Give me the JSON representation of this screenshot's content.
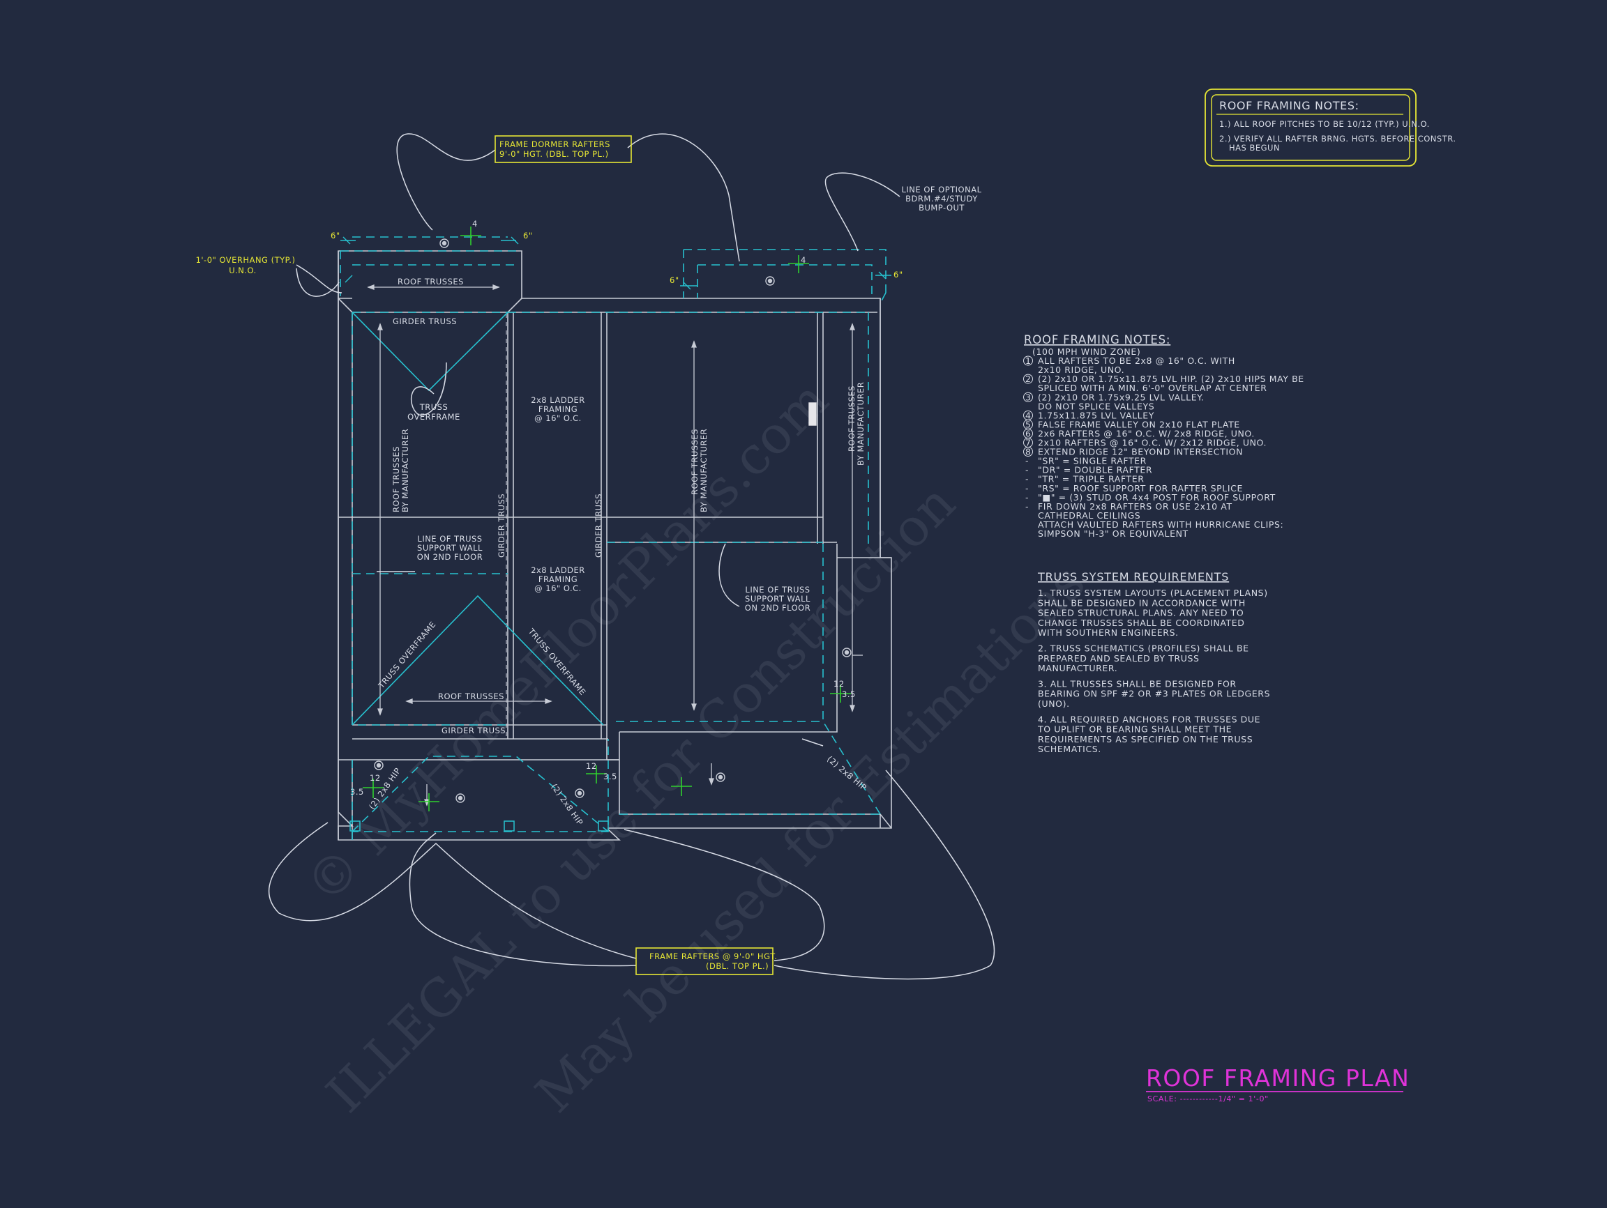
{
  "plan": {
    "title": "ROOF FRAMING PLAN",
    "scale": "SCALE: ------------1/4\" = 1'-0\""
  },
  "notes_box": {
    "heading": "ROOF FRAMING NOTES:",
    "items": [
      "1.) ALL ROOF PITCHES TO BE  10/12 (TYP.) U.N.O.",
      "2.) VERIFY ALL RAFTER BRNG. HGTS. BEFORE CONSTR.",
      "HAS BEGUN"
    ]
  },
  "roof_notes": {
    "heading": "ROOF FRAMING NOTES:",
    "lines": [
      "(100 MPH WIND ZONE)",
      "ALL RAFTERS TO BE 2x8 @ 16\" O.C. WITH",
      "2x10 RIDGE, UNO.",
      "(2) 2x10 OR 1.75x11.875 LVL HIP. (2) 2x10 HIPS MAY BE",
      "SPLICED WITH A MIN. 6'-0\" OVERLAP AT CENTER",
      "(2) 2x10 OR 1.75x9.25 LVL VALLEY.",
      "DO NOT SPLICE VALLEYS",
      "1.75x11.875 LVL VALLEY",
      "FALSE FRAME VALLEY ON 2x10 FLAT PLATE",
      "2x6 RAFTERS @ 16\" O.C. W/ 2x8 RIDGE, UNO.",
      "2x10 RAFTERS @ 16\" O.C. W/ 2x12 RIDGE, UNO.",
      "EXTEND RIDGE 12\" BEYOND INTERSECTION",
      "\"SR\" = SINGLE RAFTER",
      "\"DR\" = DOUBLE RAFTER",
      "\"TR\" = TRIPLE RAFTER",
      "\"RS\" = ROOF SUPPORT FOR RAFTER SPLICE",
      "\"■\" = (3) STUD OR 4x4 POST FOR ROOF SUPPORT",
      "FIR DOWN 2x8 RAFTERS OR USE 2x10 AT",
      "CATHEDRAL CEILINGS",
      "ATTACH VAULTED RAFTERS WITH HURRICANE CLIPS:",
      "SIMPSON \"H-3\" OR EQUIVALENT"
    ],
    "markers": [
      "1",
      "2",
      "3",
      "4",
      "5",
      "6",
      "7",
      "8",
      "-",
      "-",
      "-",
      "-",
      "-",
      "-"
    ]
  },
  "truss_req": {
    "heading": "TRUSS SYSTEM REQUIREMENTS",
    "lines": [
      "1. TRUSS SYSTEM LAYOUTS (PLACEMENT PLANS)",
      "SHALL BE DESIGNED IN ACCORDANCE WITH",
      "SEALED STRUCTURAL PLANS. ANY NEED TO",
      "CHANGE TRUSSES SHALL BE COORDINATED",
      "WITH SOUTHERN ENGINEERS.",
      "2. TRUSS SCHEMATICS (PROFILES) SHALL BE",
      "PREPARED AND SEALED BY TRUSS",
      "MANUFACTURER.",
      "3. ALL TRUSSES SHALL BE DESIGNED FOR",
      "BEARING ON SPF #2 OR #3 PLATES OR LEDGERS",
      "(UNO).",
      "4. ALL REQUIRED ANCHORS FOR TRUSSES DUE",
      "TO UPLIFT OR BEARING SHALL MEET THE",
      "REQUIREMENTS AS SPECIFIED ON THE TRUSS",
      "SCHEMATICS."
    ]
  },
  "callouts": {
    "dormer_1": "FRAME DORMER RAFTERS",
    "dormer_2": "9'-0\" HGT. (DBL. TOP PL.)",
    "frame_1": "FRAME RAFTERS @ 9'-0\" HGT.",
    "frame_2": "(DBL. TOP PL.)",
    "overhang_1": "1'-0\" OVERHANG (TYP.)",
    "overhang_2": "U.N.O.",
    "optional_1": "LINE OF OPTIONAL",
    "optional_2": "BDRM.#4/STUDY",
    "optional_3": "BUMP-OUT"
  },
  "labels": {
    "roof_trusses": "ROOF TRUSSES",
    "girder_truss": "GIRDER TRUSS",
    "truss_overframe_1": "TRUSS",
    "truss_overframe_2": "OVERFRAME",
    "truss_overframe": "TRUSS OVERFRAME",
    "roof_trusses_v": "ROOF TRUSSES",
    "by_manufacturer": "BY MANUFACTURER",
    "girder_truss_v": "GIRDER TRUSS",
    "ladder_1": "2x8 LADDER",
    "ladder_2": "FRAMING",
    "ladder_3": "@ 16\" O.C.",
    "support_1": "LINE OF TRUSS",
    "support_2": "SUPPORT WALL",
    "support_3": "ON 2ND FLOOR",
    "hip": "(2) 2x8 HIP",
    "dim_6": "6\"",
    "pitch_12": "12",
    "pitch_35": "3.5",
    "pitch_4": "4"
  },
  "watermark": {
    "line1": "© MyHomeFloorPlans.com",
    "line2": "ILLEGAL to use for Construction",
    "line3": "May be used for Estimations"
  },
  "colors": {
    "background": "#222a3f",
    "linework": "#c8ccd6",
    "dashed": "#27c1cf",
    "callout": "#e6e635",
    "title": "#e033d9",
    "pitch": "#2fd02f"
  }
}
